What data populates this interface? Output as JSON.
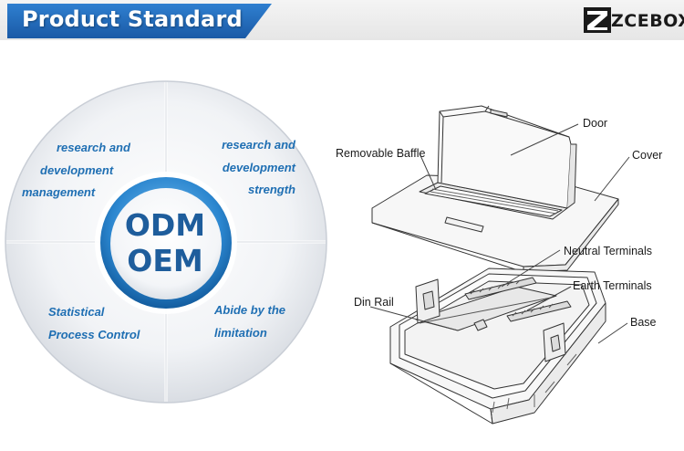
{
  "header": {
    "title": "Product Standard",
    "logo_text": "ZCEBOX",
    "title_color": "#1f6ac2"
  },
  "circle": {
    "center": [
      "ODM",
      "OEM"
    ],
    "top_left": [
      "research and",
      "development",
      "management"
    ],
    "top_right": [
      "research and",
      "development",
      "strength"
    ],
    "bottom_left": [
      "Statistical",
      "Process Control"
    ],
    "bottom_right": [
      "Abide by the",
      "limitation"
    ],
    "text_color": "#1f6fb3"
  },
  "drawing": {
    "callouts": {
      "door": "Door",
      "removable_baffle": "Removable Baffle",
      "cover": "Cover",
      "neutral_terminals": "Neutral Terminals",
      "earth_terminals": "Earth Terminals",
      "din_rail": "Din Rail",
      "base": "Base"
    }
  }
}
